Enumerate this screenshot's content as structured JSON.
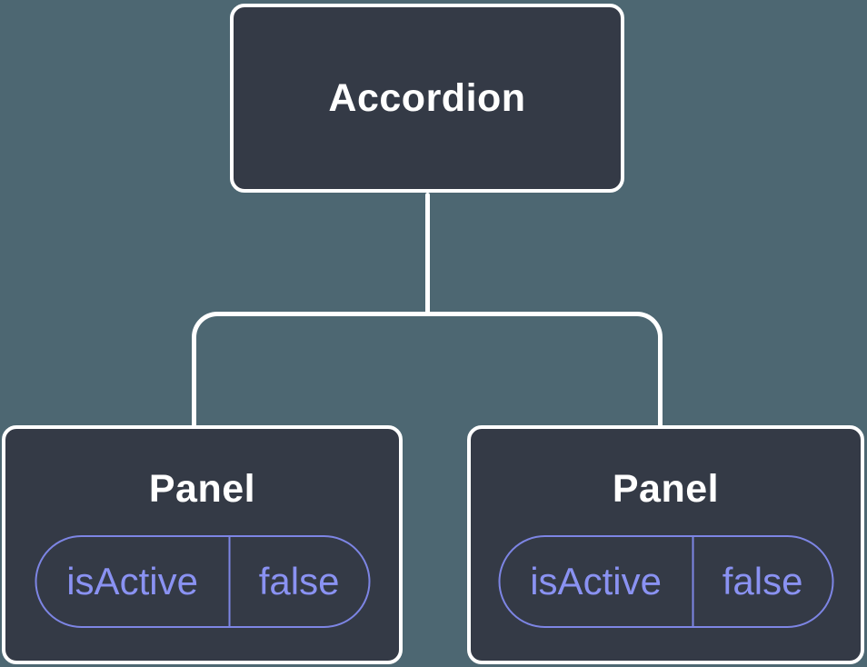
{
  "diagram": {
    "kind": "component-tree",
    "root": {
      "label": "Accordion"
    },
    "children": [
      {
        "label": "Panel",
        "state": {
          "name": "isActive",
          "value": "false"
        }
      },
      {
        "label": "Panel",
        "state": {
          "name": "isActive",
          "value": "false"
        }
      }
    ]
  },
  "colors": {
    "background": "#4D6772",
    "node_fill": "#343A46",
    "node_border": "#FFFFFF",
    "node_text": "#FFFFFF",
    "state_pill_border": "#7D85E4",
    "state_pill_text": "#8A92F2",
    "connector": "#FFFFFF"
  }
}
